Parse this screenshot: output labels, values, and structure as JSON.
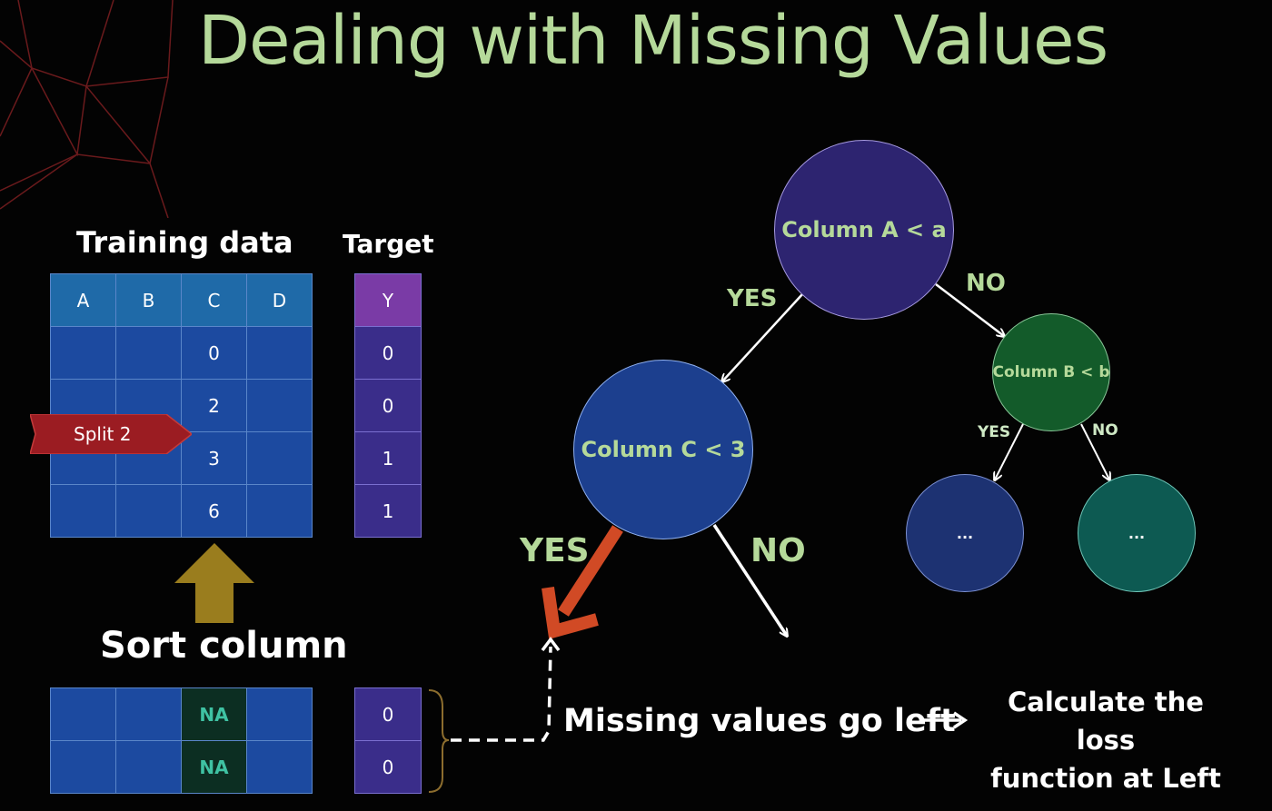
{
  "title": "Dealing with Missing Values",
  "training": {
    "label": "Training data",
    "columns": [
      "A",
      "B",
      "C",
      "D"
    ],
    "rows": [
      [
        "",
        "",
        "0",
        ""
      ],
      [
        "",
        "",
        "2",
        ""
      ],
      [
        "",
        "",
        "3",
        ""
      ],
      [
        "",
        "",
        "6",
        ""
      ]
    ]
  },
  "target": {
    "label": "Target",
    "header": "Y",
    "values": [
      "0",
      "0",
      "1",
      "1"
    ]
  },
  "split_tag": "Split 2",
  "sort_label": "Sort column",
  "missing": {
    "rows": [
      [
        "",
        "",
        "NA",
        ""
      ],
      [
        "",
        "",
        "NA",
        ""
      ]
    ],
    "target_values": [
      "0",
      "0"
    ],
    "text": "Missing values go left"
  },
  "loss_text": {
    "line1": "Calculate the loss",
    "line2": "function at Left"
  },
  "tree": {
    "root": "Column A < a",
    "left": "Column C < 3",
    "right": "Column B < b",
    "leaf_left": "...",
    "leaf_right": "...",
    "yes": "YES",
    "no": "NO"
  },
  "colors": {
    "title": "#b5d99a",
    "root_node": "#2d2470",
    "left_node": "#1c3f8e",
    "right_node": "#135b2a",
    "split_tag": "#9b1c22",
    "sort_arrow": "#9a7d1e",
    "yes_arrow": "#d14a25"
  }
}
